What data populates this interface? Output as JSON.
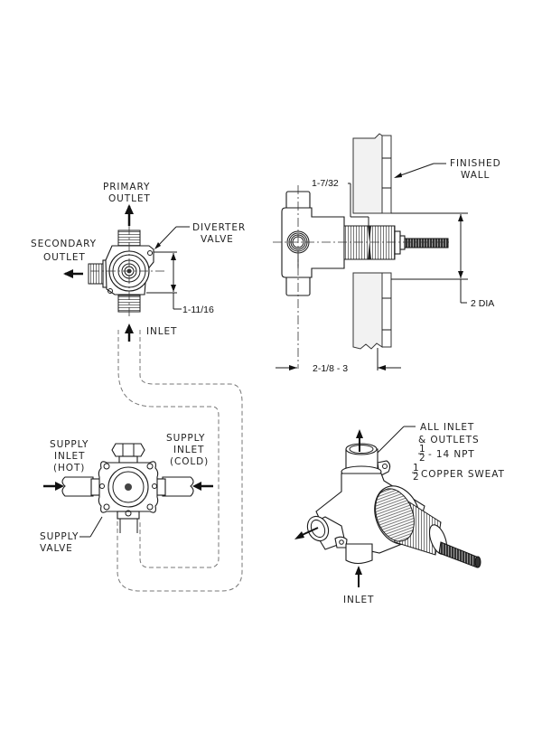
{
  "figure": {
    "type": "plumbing installation diagram",
    "subject": "diverter valve with supply valve"
  },
  "top_left_view": {
    "primary_outlet_label": [
      "PRIMARY",
      "OUTLET"
    ],
    "secondary_outlet_label": [
      "SECONDARY",
      "OUTLET"
    ],
    "diverter_valve_label": [
      "DIVERTER",
      "VALVE"
    ],
    "dimension_label": "1-11/16",
    "inlet_label": "INLET"
  },
  "side_view": {
    "finished_wall_label": [
      "FINISHED",
      "WALL"
    ],
    "wall_thickness_dim": "1-7/32",
    "diameter_dim": "2 DIA",
    "depth_dim": "2-1/8 - 3"
  },
  "supply_view": {
    "supply_inlet_hot_label": [
      "SUPPLY",
      "INLET",
      "(HOT)"
    ],
    "supply_inlet_cold_label": [
      "SUPPLY",
      "INLET",
      "(COLD)"
    ],
    "supply_valve_label": [
      "SUPPLY",
      "VALVE"
    ]
  },
  "iso_view": {
    "connections_note": [
      "ALL INLET",
      "& OUTLETS"
    ],
    "npt_spec": "- 14 NPT",
    "sweat_spec": "COPPER SWEAT",
    "fraction_numerator": "1",
    "fraction_denominator": "2",
    "inlet_label": "INLET"
  }
}
